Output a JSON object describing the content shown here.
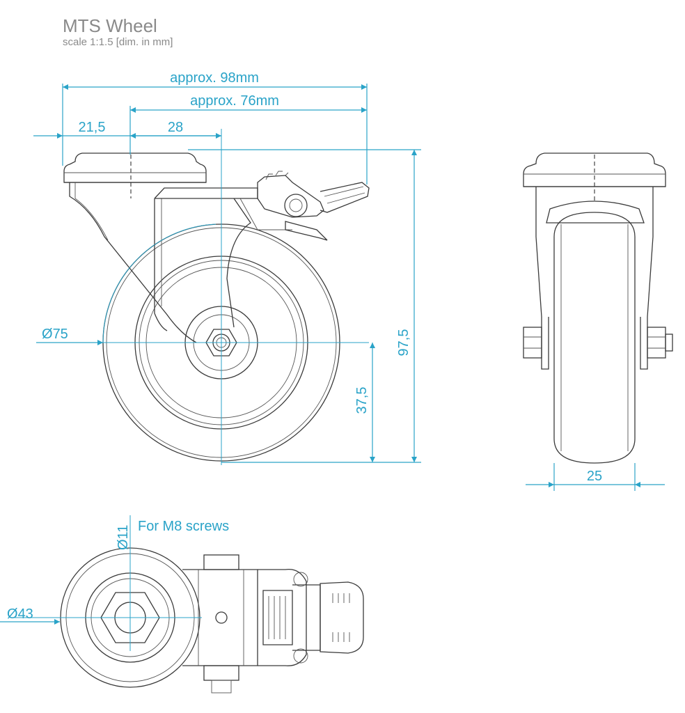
{
  "header": {
    "title": "MTS Wheel",
    "subtitle": "scale 1:1.5 [dim. in mm]"
  },
  "dimensions": {
    "overall_length": "approx. 98mm",
    "reach": "approx. 76mm",
    "bolt_offset": "21,5",
    "swivel_offset": "28",
    "wheel_diameter": "75",
    "total_height": "97,5",
    "axle_height": "37,5",
    "wheel_width": "25",
    "bolt_hole_diameter": "11",
    "top_diameter": "43"
  },
  "notes": {
    "screw_note": "For M8 screws"
  },
  "symbols": {
    "diameter": "Ø"
  },
  "colors": {
    "dimension": "#2aa3c8",
    "outline": "#3a3a3a",
    "title": "#8a8a8a"
  }
}
